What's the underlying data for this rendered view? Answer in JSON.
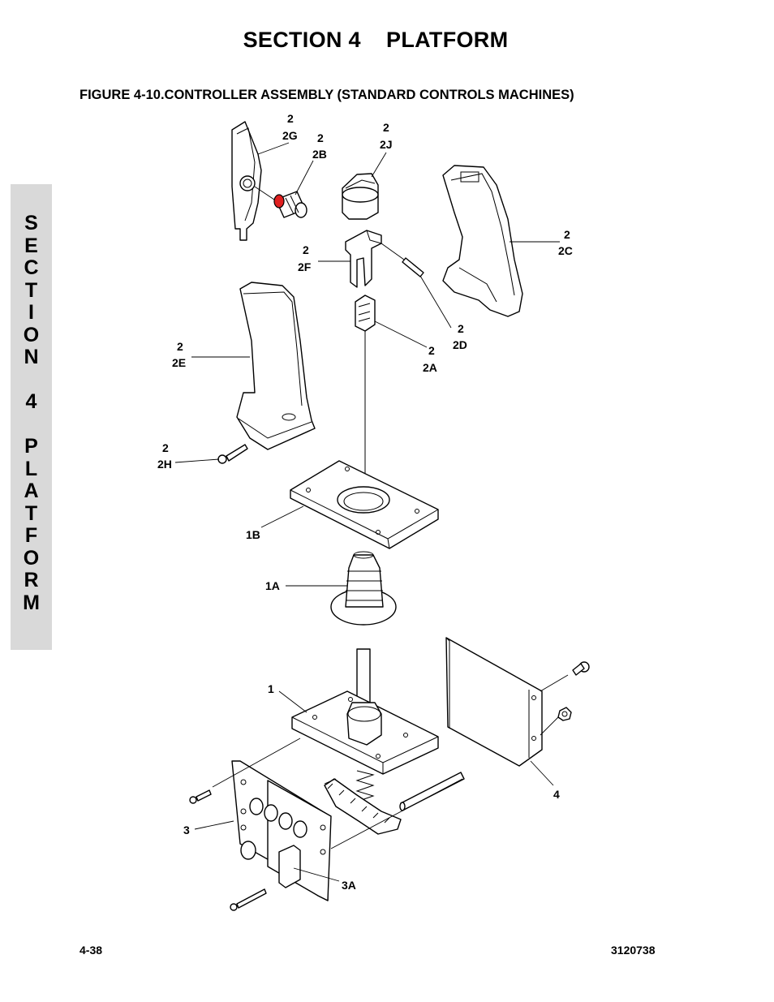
{
  "header": {
    "section_title": "SECTION 4    PLATFORM",
    "figure_title": "FIGURE 4-10.CONTROLLER ASSEMBLY (STANDARD CONTROLS MACHINES)"
  },
  "side_tab": {
    "letters": [
      "S",
      "E",
      "C",
      "T",
      "I",
      "O",
      "N",
      "",
      "4",
      "",
      "P",
      "L",
      "A",
      "T",
      "F",
      "O",
      "R",
      "M"
    ]
  },
  "callouts": {
    "c2G": {
      "top": "2",
      "bottom": "2G"
    },
    "c2B": {
      "top": "2",
      "bottom": "2B"
    },
    "c2J": {
      "top": "2",
      "bottom": "2J"
    },
    "c2C": {
      "top": "2",
      "bottom": "2C"
    },
    "c2F": {
      "top": "2",
      "bottom": "2F"
    },
    "c2D": {
      "top": "2",
      "bottom": "2D"
    },
    "c2A": {
      "top": "2",
      "bottom": "2A"
    },
    "c2E": {
      "top": "2",
      "bottom": "2E"
    },
    "c2H": {
      "top": "2",
      "bottom": "2H"
    },
    "c1B": "1B",
    "c1A": "1A",
    "c1": "1",
    "c4": "4",
    "c3": "3",
    "c3A": "3A"
  },
  "colors": {
    "side_tab_bg": "#d9d9d9",
    "highlight_red": "#e02020"
  },
  "footer": {
    "page_number": "4-38",
    "doc_number": "3120738"
  }
}
